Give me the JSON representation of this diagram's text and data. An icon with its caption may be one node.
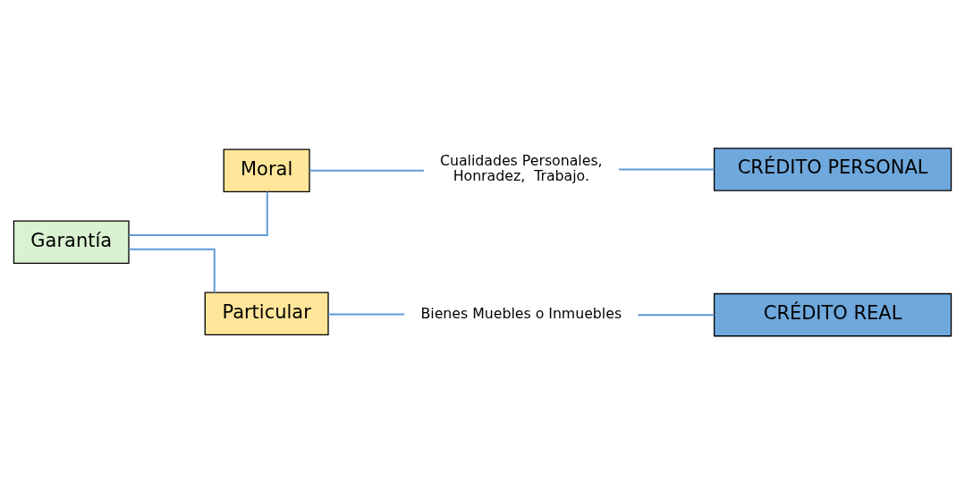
{
  "diagram": {
    "nodes": [
      {
        "text": [
          "Garantía"
        ]
      },
      {
        "text": [
          "Moral"
        ]
      },
      {
        "text": [
          "Cualidades Personales, Honradez,  Trabajo."
        ]
      },
      {
        "text": [
          "CRÉDITO PERSONAL"
        ]
      },
      {
        "text": [
          "Particular"
        ]
      },
      {
        "text": [
          "Bienes Muebles o Inmuebles"
        ]
      },
      {
        "text": [
          "CRÉDITO REAL"
        ]
      }
    ],
    "edges": [
      {
        "from": 0,
        "to": 1,
        "arrow": "none"
      },
      {
        "from": 0,
        "to": 4,
        "arrow": "none"
      },
      {
        "from": 1,
        "to": 2,
        "arrow": "none"
      },
      {
        "from": 2,
        "to": 3,
        "arrow": "none"
      },
      {
        "from": 4,
        "to": 5,
        "arrow": "none"
      },
      {
        "from": 5,
        "to": 6,
        "arrow": "none"
      }
    ]
  }
}
